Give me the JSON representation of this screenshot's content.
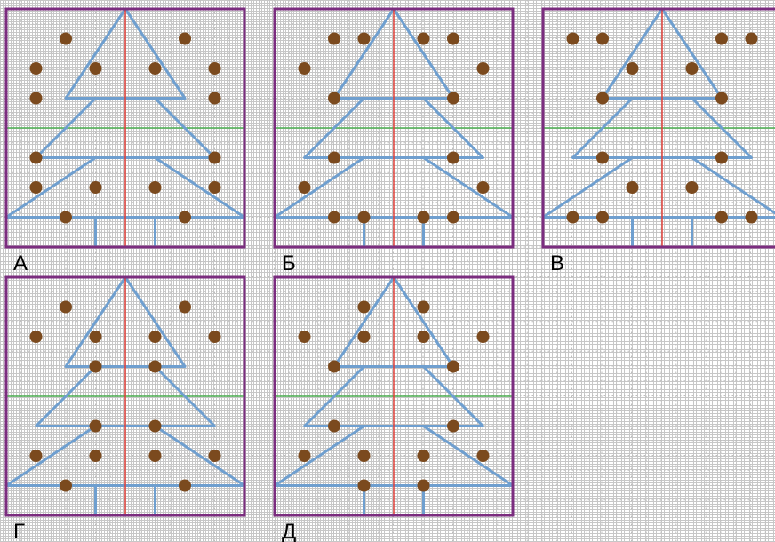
{
  "panels": [
    {
      "label": "А",
      "dots": [
        [
          2,
          1
        ],
        [
          6,
          1
        ],
        [
          1,
          2
        ],
        [
          3,
          2
        ],
        [
          5,
          2
        ],
        [
          7,
          2
        ],
        [
          1,
          3
        ],
        [
          7,
          3
        ],
        [
          1,
          5
        ],
        [
          7,
          5
        ],
        [
          1,
          6
        ],
        [
          3,
          6
        ],
        [
          5,
          6
        ],
        [
          7,
          6
        ],
        [
          2,
          7
        ],
        [
          6,
          7
        ]
      ]
    },
    {
      "label": "Б",
      "dots": [
        [
          2,
          1
        ],
        [
          3,
          1
        ],
        [
          5,
          1
        ],
        [
          6,
          1
        ],
        [
          1,
          2
        ],
        [
          7,
          2
        ],
        [
          2,
          3
        ],
        [
          6,
          3
        ],
        [
          2,
          5
        ],
        [
          6,
          5
        ],
        [
          1,
          6
        ],
        [
          7,
          6
        ],
        [
          2,
          7
        ],
        [
          3,
          7
        ],
        [
          5,
          7
        ],
        [
          6,
          7
        ]
      ]
    },
    {
      "label": "В",
      "dots": [
        [
          1,
          1
        ],
        [
          2,
          1
        ],
        [
          6,
          1
        ],
        [
          7,
          1
        ],
        [
          3,
          2
        ],
        [
          5,
          2
        ],
        [
          2,
          3
        ],
        [
          6,
          3
        ],
        [
          2,
          5
        ],
        [
          6,
          5
        ],
        [
          3,
          6
        ],
        [
          5,
          6
        ],
        [
          1,
          7
        ],
        [
          2,
          7
        ],
        [
          6,
          7
        ],
        [
          7,
          7
        ]
      ]
    },
    {
      "label": "Г",
      "dots": [
        [
          2,
          1
        ],
        [
          6,
          1
        ],
        [
          1,
          2
        ],
        [
          3,
          2
        ],
        [
          5,
          2
        ],
        [
          7,
          2
        ],
        [
          3,
          3
        ],
        [
          5,
          3
        ],
        [
          3,
          5
        ],
        [
          5,
          5
        ],
        [
          1,
          6
        ],
        [
          3,
          6
        ],
        [
          5,
          6
        ],
        [
          7,
          6
        ],
        [
          2,
          7
        ],
        [
          6,
          7
        ]
      ]
    },
    {
      "label": "Д",
      "dots": [
        [
          3,
          1
        ],
        [
          5,
          1
        ],
        [
          1,
          2
        ],
        [
          3,
          2
        ],
        [
          5,
          2
        ],
        [
          7,
          2
        ],
        [
          2,
          3
        ],
        [
          6,
          3
        ],
        [
          2,
          5
        ],
        [
          6,
          5
        ],
        [
          1,
          6
        ],
        [
          3,
          6
        ],
        [
          5,
          6
        ],
        [
          7,
          6
        ],
        [
          3,
          7
        ],
        [
          5,
          7
        ]
      ]
    }
  ],
  "colors": {
    "frame": "#7b2d7f",
    "tree": "#6f9fcf",
    "axis_vertical": "#e0403a",
    "axis_horizontal": "#4caf50",
    "dot": "#7b4a1e",
    "grid": "#bdbdbd"
  }
}
